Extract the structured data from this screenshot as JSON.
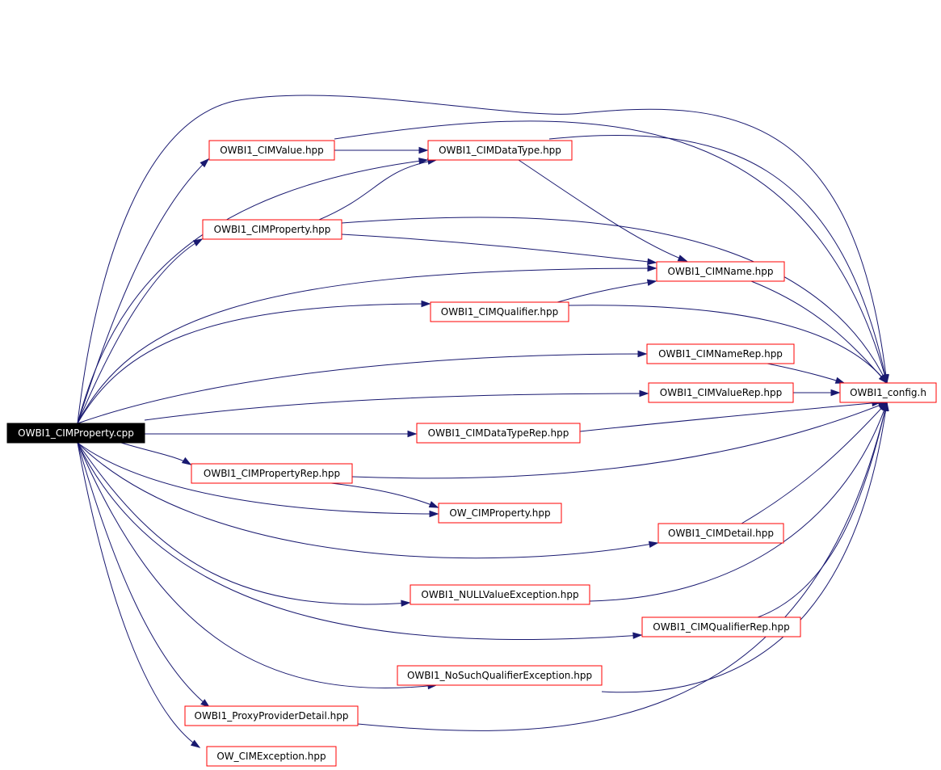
{
  "graph": {
    "root": "OWBI1_CIMProperty.cpp",
    "nodes": [
      {
        "id": "root",
        "label": "OWBI1_CIMProperty.cpp",
        "root": true
      },
      {
        "id": "cimvalue",
        "label": "OWBI1_CIMValue.hpp"
      },
      {
        "id": "cimdatatype",
        "label": "OWBI1_CIMDataType.hpp"
      },
      {
        "id": "cimproperty_hpp",
        "label": "OWBI1_CIMProperty.hpp"
      },
      {
        "id": "cimname",
        "label": "OWBI1_CIMName.hpp"
      },
      {
        "id": "cimqualifier",
        "label": "OWBI1_CIMQualifier.hpp"
      },
      {
        "id": "cimnamerep",
        "label": "OWBI1_CIMNameRep.hpp"
      },
      {
        "id": "cimvaluerep",
        "label": "OWBI1_CIMValueRep.hpp"
      },
      {
        "id": "config",
        "label": "OWBI1_config.h"
      },
      {
        "id": "cimdatatyperep",
        "label": "OWBI1_CIMDataTypeRep.hpp"
      },
      {
        "id": "cimpropertyrep",
        "label": "OWBI1_CIMPropertyRep.hpp"
      },
      {
        "id": "ow_cimproperty",
        "label": "OW_CIMProperty.hpp"
      },
      {
        "id": "cimdetail",
        "label": "OWBI1_CIMDetail.hpp"
      },
      {
        "id": "nullvalueexc",
        "label": "OWBI1_NULLValueException.hpp"
      },
      {
        "id": "cimqualifierrep",
        "label": "OWBI1_CIMQualifierRep.hpp"
      },
      {
        "id": "nosuchqualexc",
        "label": "OWBI1_NoSuchQualifierException.hpp"
      },
      {
        "id": "proxyprovider",
        "label": "OWBI1_ProxyProviderDetail.hpp"
      },
      {
        "id": "ow_cimexception",
        "label": "OW_CIMException.hpp"
      }
    ],
    "edges": [
      {
        "from": "root",
        "to": "cimvalue"
      },
      {
        "from": "root",
        "to": "cimdatatype"
      },
      {
        "from": "root",
        "to": "cimproperty_hpp"
      },
      {
        "from": "root",
        "to": "cimname"
      },
      {
        "from": "root",
        "to": "cimqualifier"
      },
      {
        "from": "root",
        "to": "cimnamerep"
      },
      {
        "from": "root",
        "to": "cimvaluerep"
      },
      {
        "from": "root",
        "to": "config"
      },
      {
        "from": "root",
        "to": "cimdatatyperep"
      },
      {
        "from": "root",
        "to": "cimpropertyrep"
      },
      {
        "from": "root",
        "to": "ow_cimproperty"
      },
      {
        "from": "root",
        "to": "cimdetail"
      },
      {
        "from": "root",
        "to": "nullvalueexc"
      },
      {
        "from": "root",
        "to": "cimqualifierrep"
      },
      {
        "from": "root",
        "to": "nosuchqualexc"
      },
      {
        "from": "root",
        "to": "proxyprovider"
      },
      {
        "from": "root",
        "to": "ow_cimexception"
      },
      {
        "from": "cimvalue",
        "to": "cimdatatype"
      },
      {
        "from": "cimvalue",
        "to": "config"
      },
      {
        "from": "cimdatatype",
        "to": "cimname"
      },
      {
        "from": "cimdatatype",
        "to": "config"
      },
      {
        "from": "cimproperty_hpp",
        "to": "cimdatatype"
      },
      {
        "from": "cimproperty_hpp",
        "to": "cimname"
      },
      {
        "from": "cimproperty_hpp",
        "to": "config"
      },
      {
        "from": "cimname",
        "to": "config"
      },
      {
        "from": "cimqualifier",
        "to": "cimname"
      },
      {
        "from": "cimqualifier",
        "to": "config"
      },
      {
        "from": "cimnamerep",
        "to": "config"
      },
      {
        "from": "cimvaluerep",
        "to": "config"
      },
      {
        "from": "cimdatatyperep",
        "to": "config"
      },
      {
        "from": "cimpropertyrep",
        "to": "ow_cimproperty"
      },
      {
        "from": "cimpropertyrep",
        "to": "config"
      },
      {
        "from": "cimdetail",
        "to": "config"
      },
      {
        "from": "nullvalueexc",
        "to": "config"
      },
      {
        "from": "cimqualifierrep",
        "to": "config"
      },
      {
        "from": "nosuchqualexc",
        "to": "config"
      },
      {
        "from": "proxyprovider",
        "to": "config"
      }
    ],
    "colors": {
      "edge": "#191970",
      "node_border": "#ff0000",
      "root_fill": "#000000",
      "root_text": "#ffffff"
    }
  }
}
